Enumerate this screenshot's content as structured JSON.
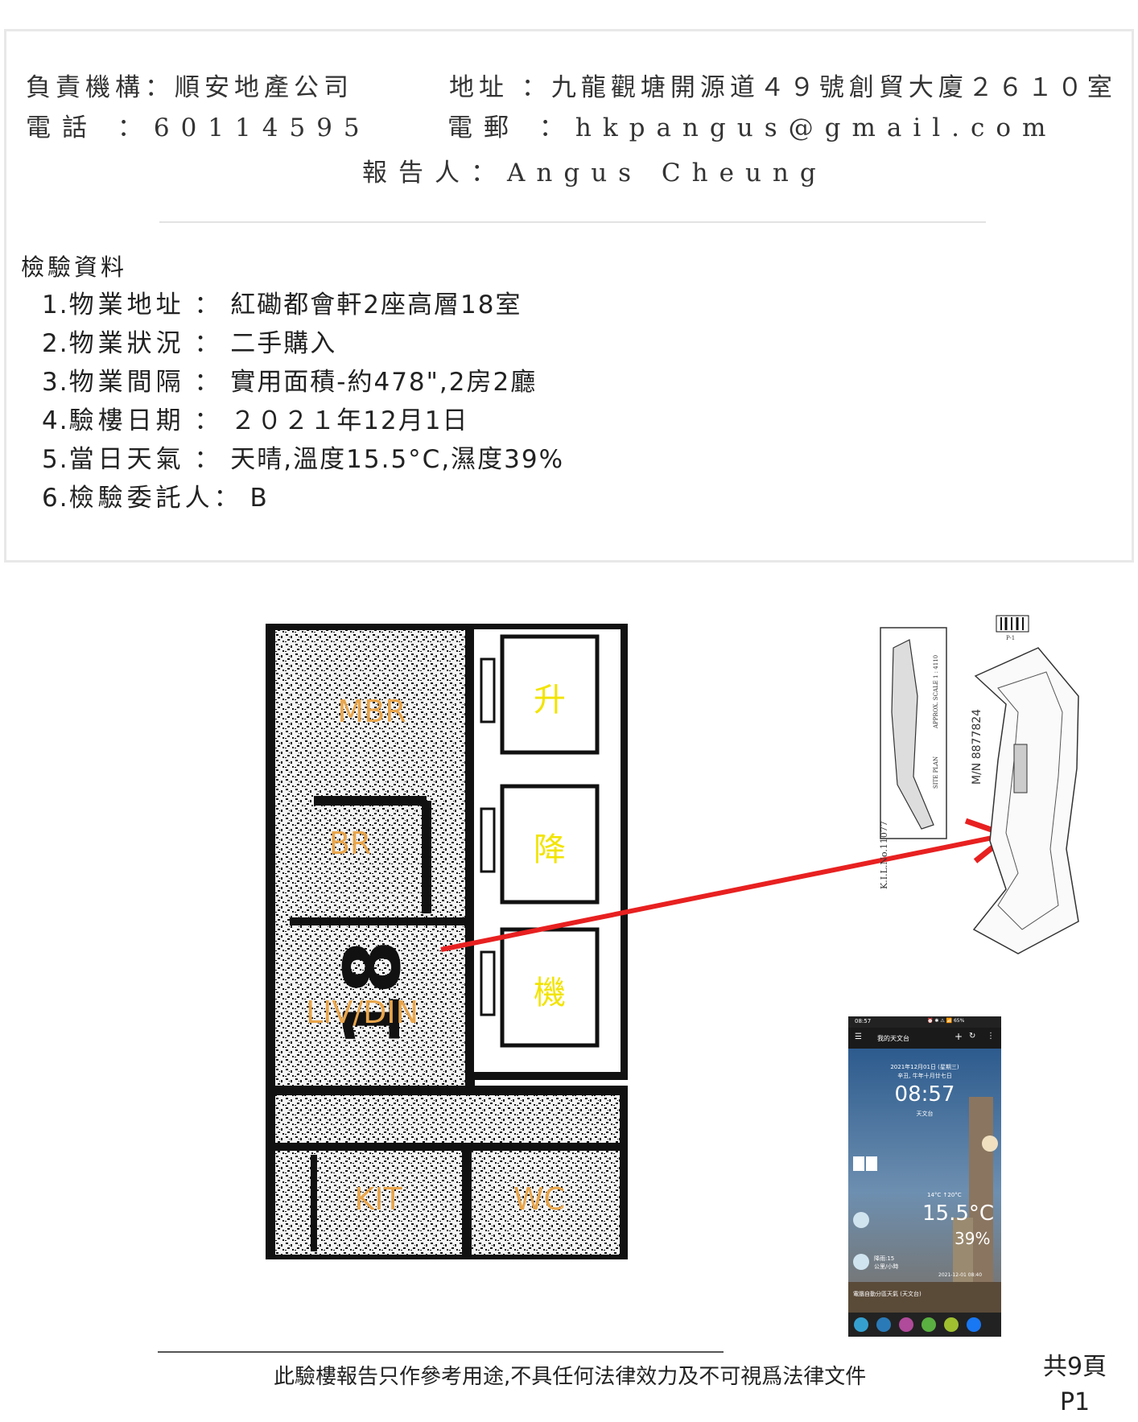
{
  "header": {
    "org_label": "負責機構：",
    "org": "順安地產公司",
    "address_label": "地址 ：",
    "address": "九龍觀塘開源道４９號創貿大廈２６１０室",
    "phone_label": "電話 ：",
    "phone": "60114595",
    "email_label": "電郵 ：",
    "email": "hkpangus@gmail.com",
    "reporter_label": "報告人：",
    "reporter": "Angus Cheung"
  },
  "inspection": {
    "title": "檢驗資料",
    "items": [
      {
        "num": "1.",
        "label": "物業地址",
        "sep": " ： ",
        "value": "紅磡都會軒2座高層18室"
      },
      {
        "num": "2.",
        "label": "物業狀況",
        "sep": " ： ",
        "value": "二手購入"
      },
      {
        "num": "3.",
        "label": "物業間隔",
        "sep": " ：  ",
        "value": "實用面積-約478\",2房2廳"
      },
      {
        "num": "4.",
        "label": "驗樓日期",
        "sep": " ：  ",
        "value": "２０２１年12月1日"
      },
      {
        "num": "5.",
        "label": "當日天氣",
        "sep": " ： ",
        "value": "天晴,溫度15.5°C,濕度39%"
      },
      {
        "num": "6.",
        "label": "檢驗委託人",
        "sep": "： ",
        "value": "B"
      }
    ]
  },
  "floorplan": {
    "rooms": [
      "MBR",
      "BR",
      "LIV/DIN",
      "KIT",
      "WC"
    ],
    "unit": "18",
    "lifts": [
      "升",
      "降",
      "機"
    ]
  },
  "siteplan": {
    "text_kil": "K.I.L.No.11077",
    "text_mn": "M/N 8877824",
    "text_site": "SITE PLAN",
    "text_scale": "APPROX. SCALE 1 : 4110",
    "text_page": "P-1"
  },
  "phone_screenshot": {
    "status_time": "08:57",
    "status_icons": "⏰ ✱ ⚠ 📶 65%",
    "app_title": "我的天文台",
    "date_line": "2021年12月01日 (星期三)",
    "lunar_line": "辛丑, 牛年十月廿七日",
    "time": "08:57",
    "source": "天文台",
    "min_max": "14°C  ↑20°C",
    "temperature": "15.5°C",
    "humidity": "39%",
    "rain": "降雨:15",
    "rain_unit": "公里/小時",
    "stamp": "2021-12-01 08:40",
    "region_label": "電腦自動分區天氣 (天文台)"
  },
  "footer": {
    "disclaimer": "此驗樓報告只作參考用途,不具任何法律效力及不可視爲法律文件",
    "total_pages": "共9頁",
    "page": "P1"
  },
  "colors": {
    "room_label": "#e8a54b",
    "lift_label": "#f2e400",
    "arrow": "#e82020",
    "phone_bg": "#2a5a8a"
  }
}
